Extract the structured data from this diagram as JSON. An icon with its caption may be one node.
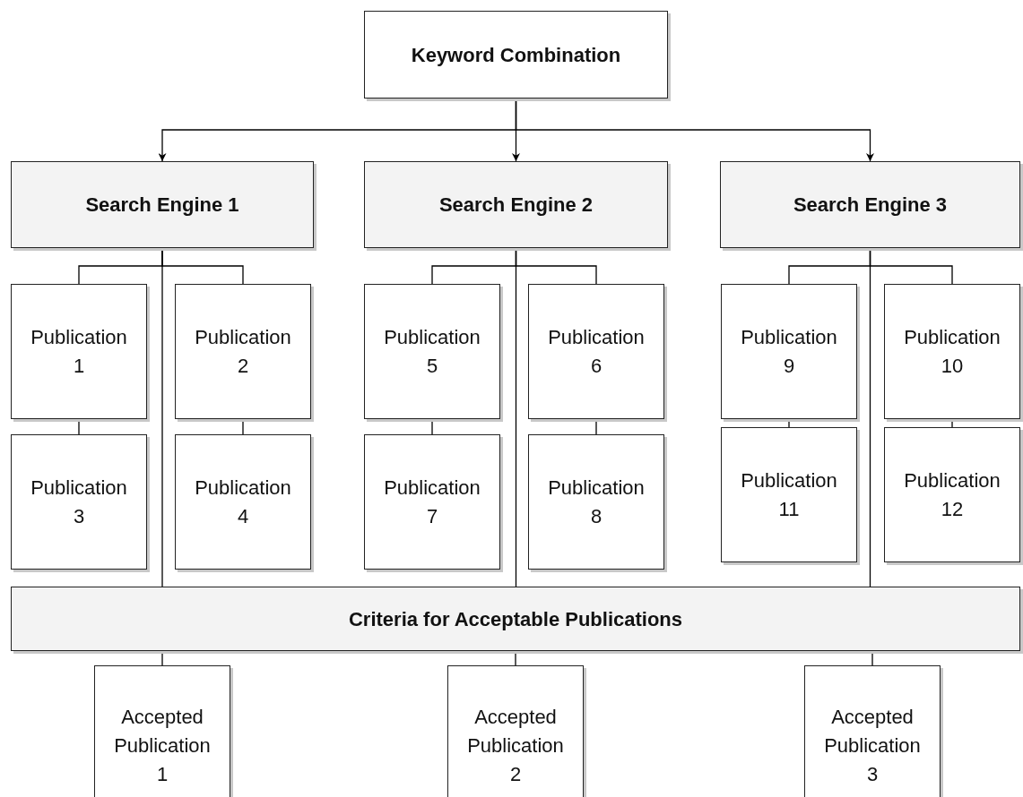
{
  "diagram": {
    "nodes": [
      {
        "text": [
          "Keyword Combination"
        ]
      },
      {
        "text": [
          "Search Engine 1"
        ]
      },
      {
        "text": [
          "Search Engine 2"
        ]
      },
      {
        "text": [
          "Search Engine 3"
        ]
      },
      {
        "text": [
          "Publication 1"
        ]
      },
      {
        "text": [
          "Publication 2"
        ]
      },
      {
        "text": [
          "Publication 3"
        ]
      },
      {
        "text": [
          "Publication 4"
        ]
      },
      {
        "text": [
          "Publication 5"
        ]
      },
      {
        "text": [
          "Publication 6"
        ]
      },
      {
        "text": [
          "Publication 7"
        ]
      },
      {
        "text": [
          "Publication 8"
        ]
      },
      {
        "text": [
          "Publication 9"
        ]
      },
      {
        "text": [
          "Publication 10"
        ]
      },
      {
        "text": [
          "Publication 11"
        ]
      },
      {
        "text": [
          "Publication 12"
        ]
      },
      {
        "text": [
          "Criteria for Acceptable Publications"
        ]
      },
      {
        "text": [
          "Accepted Publication 1"
        ]
      },
      {
        "text": [
          "Accepted Publication 2"
        ]
      },
      {
        "text": [
          "Accepted Publication 3"
        ]
      }
    ],
    "edges": [
      {
        "from": 0,
        "to": 1,
        "arrow": "to"
      },
      {
        "from": 0,
        "to": 2,
        "arrow": "to"
      },
      {
        "from": 0,
        "to": 3,
        "arrow": "to"
      },
      {
        "from": 1,
        "to": 4,
        "arrow": "none"
      },
      {
        "from": 1,
        "to": 5,
        "arrow": "none"
      },
      {
        "from": 4,
        "to": 6,
        "arrow": "none"
      },
      {
        "from": 5,
        "to": 7,
        "arrow": "none"
      },
      {
        "from": 2,
        "to": 8,
        "arrow": "none"
      },
      {
        "from": 2,
        "to": 9,
        "arrow": "none"
      },
      {
        "from": 8,
        "to": 10,
        "arrow": "none"
      },
      {
        "from": 9,
        "to": 11,
        "arrow": "none"
      },
      {
        "from": 3,
        "to": 12,
        "arrow": "none"
      },
      {
        "from": 3,
        "to": 13,
        "arrow": "none"
      },
      {
        "from": 12,
        "to": 14,
        "arrow": "none"
      },
      {
        "from": 13,
        "to": 15,
        "arrow": "none"
      },
      {
        "from": 1,
        "to": 16,
        "arrow": "none"
      },
      {
        "from": 2,
        "to": 16,
        "arrow": "none"
      },
      {
        "from": 3,
        "to": 16,
        "arrow": "none"
      },
      {
        "from": 16,
        "to": 17,
        "arrow": "none"
      },
      {
        "from": 16,
        "to": 18,
        "arrow": "none"
      },
      {
        "from": 16,
        "to": 19,
        "arrow": "none"
      }
    ]
  }
}
